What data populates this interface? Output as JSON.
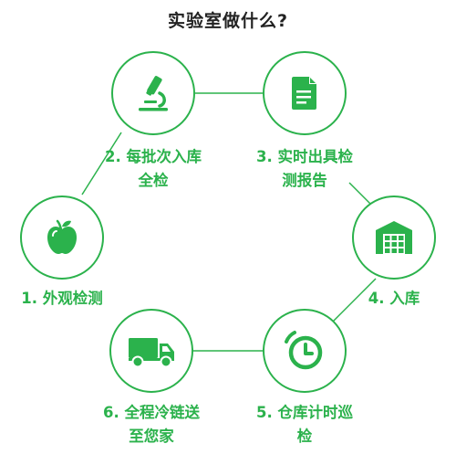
{
  "title": "实验室做什么?",
  "colors": {
    "accent": "#2bb24c",
    "title": "#222222",
    "background": "#ffffff"
  },
  "steps": [
    {
      "icon": "apple-icon",
      "line1": "1. 外观检测",
      "line2": ""
    },
    {
      "icon": "microscope-icon",
      "line1": "2. 每批次入库",
      "line2": "全检"
    },
    {
      "icon": "document-icon",
      "line1": "3. 实时出具检",
      "line2": "测报告"
    },
    {
      "icon": "warehouse-icon",
      "line1": "4. 入库",
      "line2": ""
    },
    {
      "icon": "clock-icon",
      "line1": "5. 仓库计时巡",
      "line2": "检"
    },
    {
      "icon": "delivery-truck-icon",
      "line1": "6. 全程冷链送",
      "line2": "至您家"
    }
  ]
}
